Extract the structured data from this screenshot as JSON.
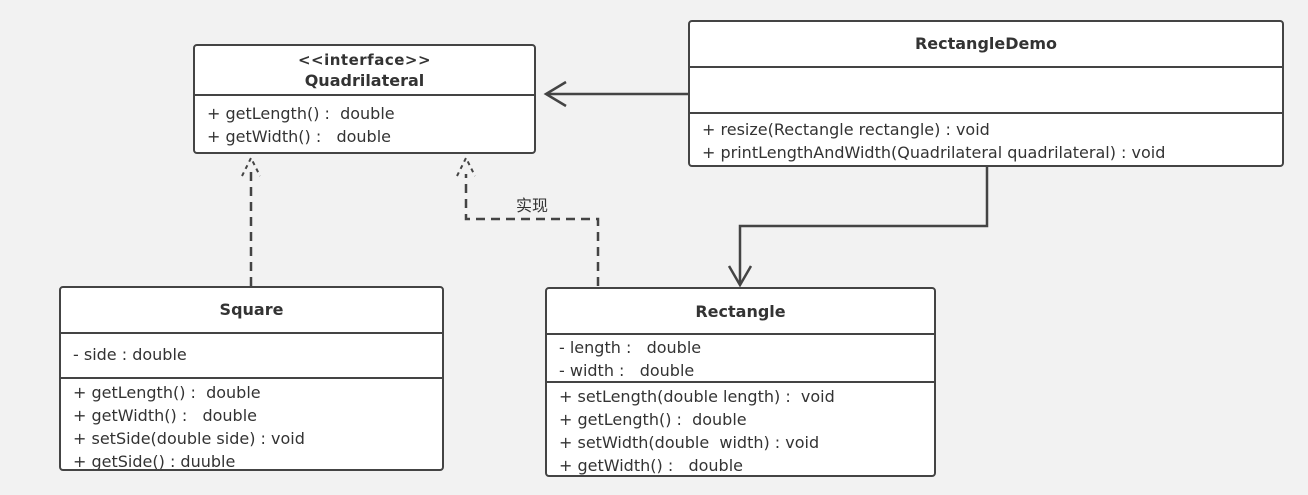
{
  "quadrilateral": {
    "stereotype": "<<interface>>",
    "name": "Quadrilateral",
    "methods": [
      "+ getLength() :  double",
      "+ getWidth() :   double"
    ]
  },
  "rectangle_demo": {
    "name": "RectangleDemo",
    "methods": [
      "+ resize(Rectangle rectangle) : void",
      "+ printLengthAndWidth(Quadrilateral quadrilateral) : void"
    ]
  },
  "square": {
    "name": "Square",
    "attributes": [
      "- side : double"
    ],
    "methods": [
      "+ getLength() :  double",
      "+ getWidth() :   double",
      "+ setSide(double side) : void",
      "+ getSide() : duuble"
    ]
  },
  "rectangle": {
    "name": "Rectangle",
    "attributes": [
      "- length :   double",
      "- width :   double"
    ],
    "methods": [
      "+ setLength(double length) :  void",
      "+ getLength() :  double",
      "+ setWidth(double  width) : void",
      "+ getWidth() :   double"
    ]
  },
  "relation_label": "实现",
  "colors": {
    "background": "#f2f2f2",
    "box_fill": "#ffffff",
    "stroke": "#444444",
    "text": "#333333"
  }
}
